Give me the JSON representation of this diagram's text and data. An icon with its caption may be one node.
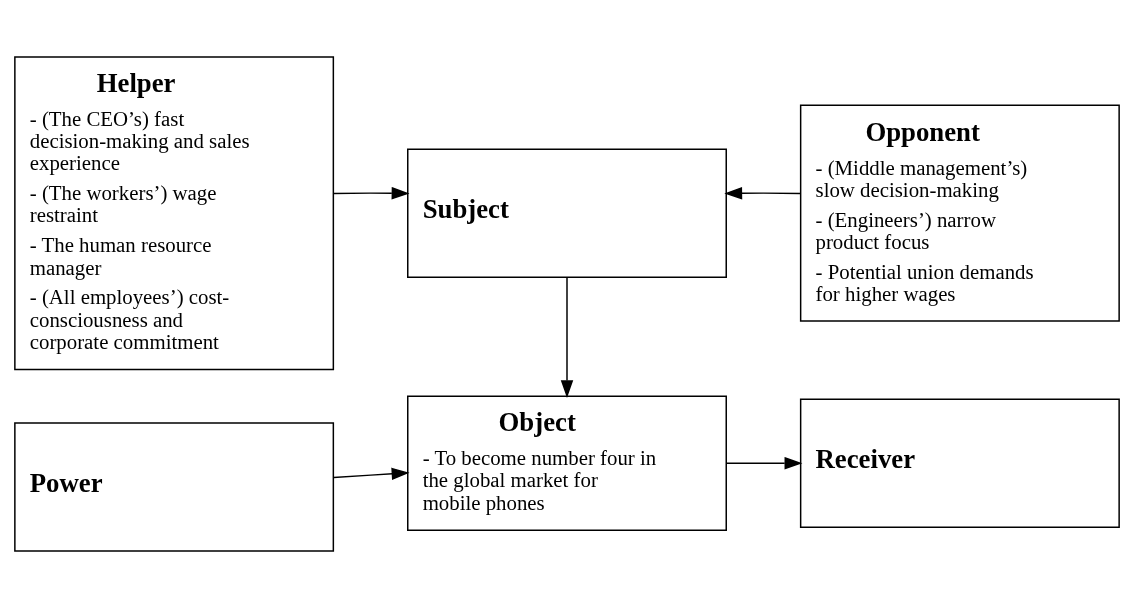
{
  "diagram": {
    "nodes": [
      {
        "text": [
          "Power"
        ]
      },
      {
        "text": [
          "Object",
          "- To become number four in the global market for mobile phones"
        ]
      },
      {
        "text": [
          "Receiver"
        ]
      },
      {
        "text": [
          "Helper",
          "- (The CEO’s) fast decision-making and sales experience",
          "- (The workers’) wage restraint",
          "- The human resource manager",
          "- (All employees’) cost-consciousness and corporate commitment"
        ]
      },
      {
        "text": [
          "Subject"
        ]
      },
      {
        "text": [
          "Opponent",
          "- (Middle management’s) slow decision-making",
          "- (Engineers’) narrow product focus",
          "- Potential union demands for higher wages"
        ]
      }
    ],
    "edges": [
      {
        "from": 0,
        "to": 1,
        "arrow": "to"
      },
      {
        "from": 1,
        "to": 2,
        "arrow": "to"
      },
      {
        "from": 4,
        "to": 1,
        "arrow": "to"
      },
      {
        "from": 3,
        "to": 4,
        "arrow": "to"
      },
      {
        "from": 5,
        "to": 4,
        "arrow": "to"
      }
    ]
  }
}
